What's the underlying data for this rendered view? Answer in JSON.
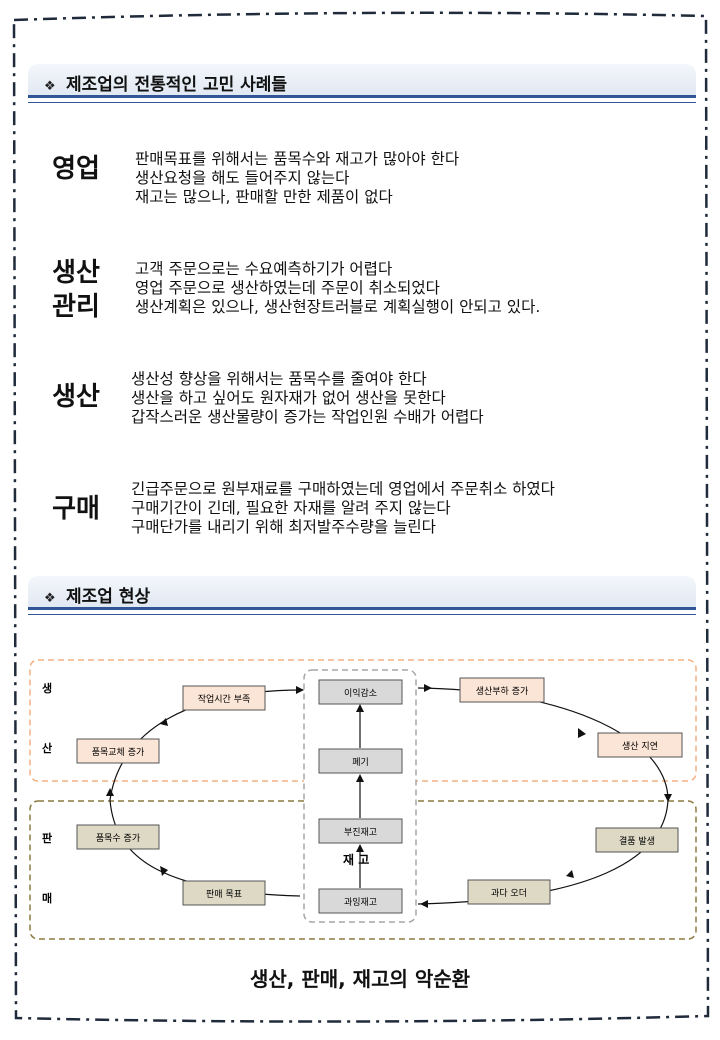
{
  "section1": {
    "title": "제조업의 전통적인 고민 사례들",
    "bullet_icon": "diamond-bullet-icon",
    "rows": [
      {
        "category": [
          "영업"
        ],
        "lines": [
          "판매목표를 위해서는 품목수와 재고가 많아야 한다",
          "생산요청을 해도 들어주지 않는다",
          "재고는 많으나, 판매할 만한 제품이 없다"
        ]
      },
      {
        "category": [
          "생산",
          "관리"
        ],
        "lines": [
          "고객 주문으로는 수요예측하기가  어렵다",
          "영업 주문으로 생산하였는데 주문이 취소되었다",
          "생산계획은 있으나, 생산현장트러블로 계획실행이 안되고 있다."
        ]
      },
      {
        "category": [
          "생산"
        ],
        "lines": [
          "생산성 향상을 위해서는 품목수를 줄여야 한다",
          "생산을 하고 싶어도 원자재가 없어 생산을 못한다",
          "갑작스러운 생산물량이 증가는 작업인원 수배가 어렵다"
        ]
      },
      {
        "category": [
          "구매"
        ],
        "lines": [
          "긴급주문으로 원부재료를 구매하였는데 영업에서 주문취소 하였다",
          "구매기간이 긴데, 필요한 자재를 알려 주지 않는다",
          "구매단가를 내리기 위해 최저발주수량을 늘린다"
        ]
      }
    ]
  },
  "section2": {
    "title": "제조업 현상",
    "bullet_icon": "diamond-bullet-icon"
  },
  "diagram": {
    "production_label": [
      "생",
      "산"
    ],
    "sales_label": [
      "판",
      "매"
    ],
    "inventory_label": "재 고",
    "center_boxes": [
      "이익감소",
      "폐기",
      "부진재고",
      "과잉재고"
    ],
    "loop_boxes": {
      "work_time": "작업시간 부족",
      "item_change": "품목교체 증가",
      "item_count": "품목수 증가",
      "sales_target": "판매 목표",
      "load_increase": "생산부하 증가",
      "delay": "생산 지연",
      "shortage": "결품 발생",
      "over_order": "과다 오더"
    },
    "colors": {
      "production_fill": "#fbe5d6",
      "sales_fill": "#ddd9c4",
      "center_fill": "#d9d9d9",
      "production_border": "#f4b183",
      "sales_border": "#8c7a40"
    }
  },
  "caption": "생산, 판매, 재고의 악순환"
}
